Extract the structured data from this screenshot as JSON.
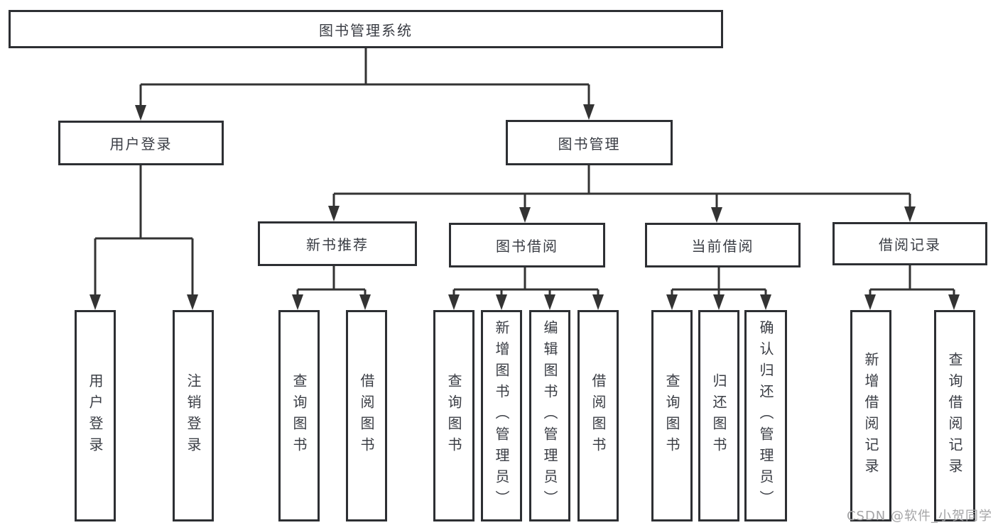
{
  "tree": {
    "root": {
      "label": "图书管理系统",
      "children": [
        {
          "label": "用户登录",
          "children": [
            {
              "label": "用户登录"
            },
            {
              "label": "注销登录"
            }
          ]
        },
        {
          "label": "图书管理",
          "children": [
            {
              "label": "新书推荐",
              "children": [
                {
                  "label": "查询图书"
                },
                {
                  "label": "借阅图书"
                }
              ]
            },
            {
              "label": "图书借阅",
              "children": [
                {
                  "label": "查询图书"
                },
                {
                  "label": "新增图书（管理员）"
                },
                {
                  "label": "编辑图书（管理员）"
                },
                {
                  "label": "借阅图书"
                }
              ]
            },
            {
              "label": "当前借阅",
              "children": [
                {
                  "label": "查询图书"
                },
                {
                  "label": "归还图书"
                },
                {
                  "label": "确认归还（管理员）"
                }
              ]
            },
            {
              "label": "借阅记录",
              "children": [
                {
                  "label": "新增借阅记录"
                },
                {
                  "label": "查询借阅记录"
                }
              ]
            }
          ]
        }
      ]
    }
  },
  "watermark": {
    "text": "CSDN @软件_小贺同学"
  },
  "colors": {
    "line": "#333333",
    "box_border": "#2d2f33",
    "box_fill": "#ffffff",
    "text": "#3a3d44",
    "watermark": "#a4a4a6"
  }
}
